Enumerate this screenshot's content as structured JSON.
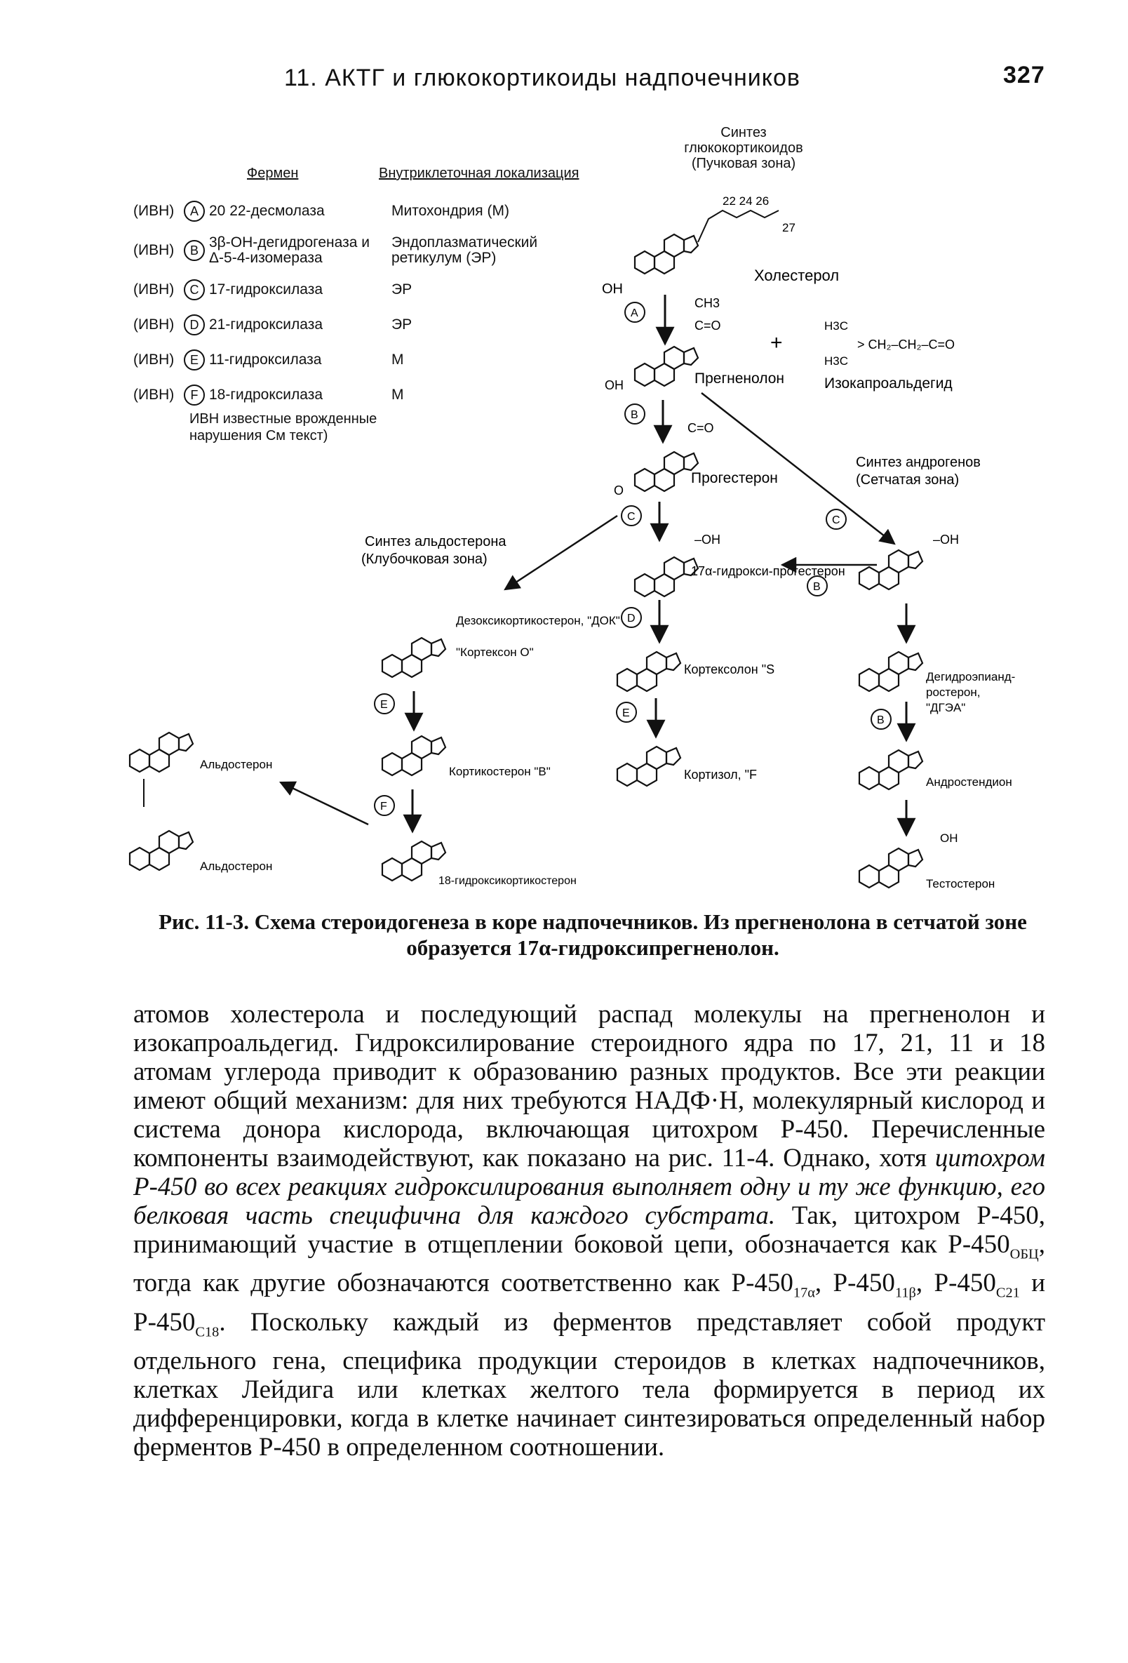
{
  "header": {
    "title": "11. АКТГ и глюкокортикоиды надпочечников",
    "page_number": "327"
  },
  "figure": {
    "table_headers": {
      "enzyme": "Фермен",
      "location": "Внутриклеточная локализация",
      "gluco": "Синтез глюкокортикоидов (Пучковая зона)"
    },
    "enzymes": [
      {
        "ivn": "(ИВН)",
        "letter": "A",
        "name": "20 22-десмолаза",
        "location": "Митохондрия (М)"
      },
      {
        "ivn": "(ИВН)",
        "letter": "B",
        "name": "3β-ОН-дегидрогеназа и Δ-5-4-изомераза",
        "location": "Эндоплазматический ретикулум (ЭР)"
      },
      {
        "ivn": "(ИВН)",
        "letter": "C",
        "name": "17-гидроксилаза",
        "location": "ЭР"
      },
      {
        "ivn": "(ИВН)",
        "letter": "D",
        "name": "21-гидроксилаза",
        "location": "ЭР"
      },
      {
        "ivn": "(ИВН)",
        "letter": "E",
        "name": "11-гидроксилаза",
        "location": "М"
      },
      {
        "ivn": "(ИВН)",
        "letter": "F",
        "name": "18-гидроксилаза",
        "location": "М"
      }
    ],
    "ivn_note": "ИВН  известные врожденные нарушения См текст)",
    "compounds": {
      "cholesterol": "Холестерол",
      "pregnenolone": "Прегненолон",
      "isocaproaldehyde": "Изокапроальдегид",
      "isocapro_formula": "> CH₂–CH₂–C=O",
      "progesterone": "Прогестерон",
      "hydroxyprogesterone": "17α-гидрокси-прогестерон",
      "doc": "Дезоксикортикостерон, \"ДОК\"",
      "cortexone": "\"Кортексон О\"",
      "corticosterone": "Кортикостерон \"B\"",
      "hydroxycorticosterone": "18-гидроксикортикостерон",
      "cortexolone": "Кортексолон \"S",
      "cortisol": "Кортизол, \"F",
      "aldosterone_1": "Альдостерон",
      "aldosterone_2": "Альдостерон",
      "dhea": "Дегидроэпиандростерон, \"ДГЭА\"",
      "androstenedione": "Андростендион",
      "testosterone": "Тестостерон"
    },
    "zone_labels": {
      "aldo": "Синтез альдостерона (Клубочковая зона)",
      "andro": "Синтез андрогенов (Сетчатая зона)"
    }
  },
  "caption": "Рис. 11-3. Схема стероидогенеза в коре надпочечников. Из прегненолона в сетчатой зоне образуется 17α-гидроксипрегненолон.",
  "body": {
    "p1": "атомов холестерола и последующий распад молекулы на прегненолон и изокапроальдегид. Гидроксилирование стероидного ядра по 17, 21, 11 и 18 атомам углерода приводит к образованию разных продуктов. Все эти реакции имеют общий механизм: для них требуются НАДФ·Н, молекулярный кислород и система донора кислорода, включающая цитохром Р-450. Перечисленные компоненты взаимодействуют, как показано на рис. 11-4. Однако, хотя ",
    "p1_italic": "цитохром Р-450 во всех реакциях гидроксилирования выполняет одну и ту же функцию, его белковая часть специфична для каждого субстрата.",
    "p1_rest": " Так, цитохром Р-450, принимающий участие в отщеплении боковой цепи, обозначается как Р-450",
    "sub_obc": "ОБЦ",
    "p1_rest2": ", тогда как другие обозначаются соответственно как Р-450",
    "sub_17a": "17α",
    "p1_rest3": ", Р-450",
    "sub_11b": "11β",
    "p1_rest4": ", Р-450",
    "sub_c21": "С21",
    "p1_rest5": " и Р-450",
    "sub_c18": "С18",
    "p1_rest6": ". Поскольку каждый из ферментов представляет собой продукт отдельного гена, специфика продукции стероидов в клетках надпочечников, клетках Лейдига или клетках желтого тела формируется в период их дифференцировки, когда в клетке начинает синтезироваться определенный набор ферментов Р-450 в определенном соотношении."
  }
}
